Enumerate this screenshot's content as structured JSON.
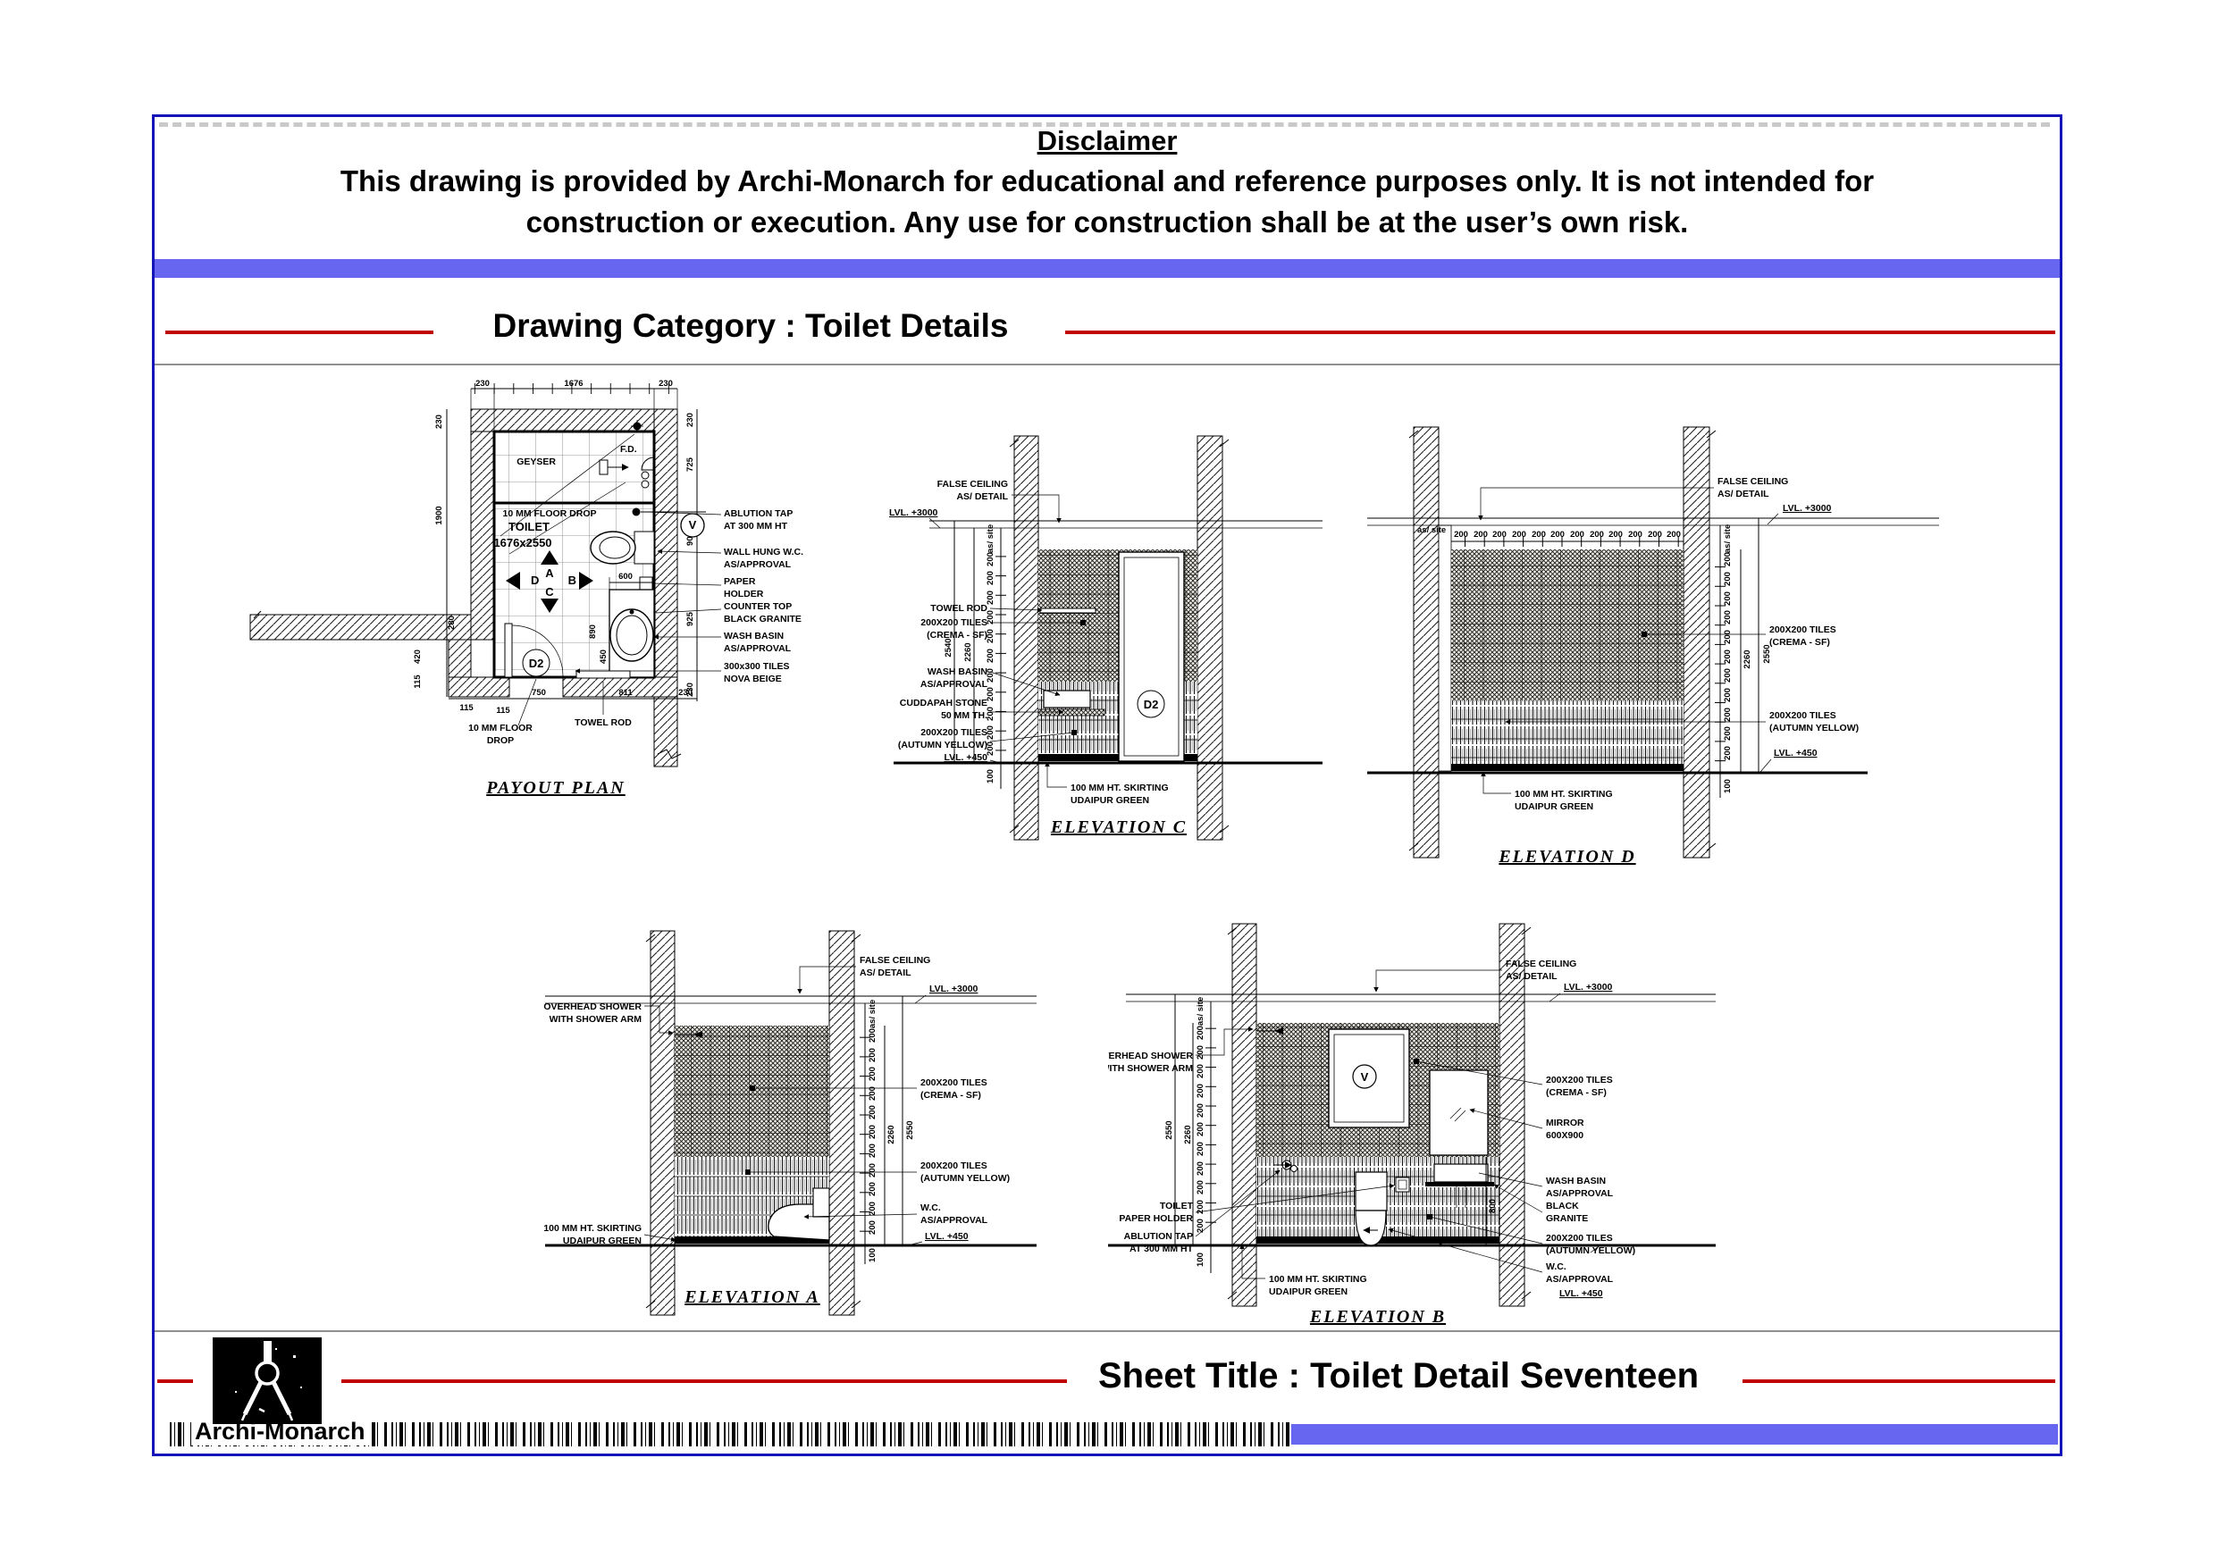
{
  "sheet": {
    "disclaimer_title": "Disclaimer",
    "disclaimer_line1": "This drawing is provided by Archi-Monarch for educational and reference purposes only. It is not intended for",
    "disclaimer_line2": "construction or execution. Any use for construction shall be at the user’s own risk.",
    "category_label": "Drawing Category : Toilet Details",
    "sheet_title": "Sheet Title : Toilet Detail Seventeen",
    "brand_name": "Archi-Monarch"
  },
  "colors": {
    "border_blue": "#1414b8",
    "bar_purple": "#6666f0",
    "rule_red": "#c00000"
  },
  "dims": {
    "d200": "200",
    "d100": "100"
  },
  "plan": {
    "title": "PAYOUT PLAN",
    "dim_top": [
      "230",
      "1676",
      "230"
    ],
    "dim_left": [
      "230",
      "1900",
      "280",
      "420",
      "115"
    ],
    "dim_right": [
      "230",
      "725",
      "900",
      "925",
      "230"
    ],
    "dim_bottom": [
      "115",
      "115",
      "750",
      "811",
      "230"
    ],
    "room_name": "TOILET",
    "room_size": "1676x2550",
    "geyser": "GEYSER",
    "fd": "F.D.",
    "floor_drop": "10 MM FLOOR DROP",
    "floor_drop_b1": "10 MM FLOOR",
    "floor_drop_b2": "DROP",
    "towel_rod": "TOWEL ROD",
    "door_tag": "D2",
    "valve": "V",
    "mark_a": "A",
    "mark_b": "B",
    "mark_c": "C",
    "mark_d": "D",
    "dim_600": "600",
    "dim_890": "890",
    "dim_450": "450",
    "notes": {
      "ablution1": "ABLUTION TAP",
      "ablution2": "AT 300 MM HT",
      "wc1": "WALL HUNG W.C.",
      "wc2": "AS/APPROVAL",
      "paper1": "PAPER",
      "paper2": "HOLDER",
      "counter1": "COUNTER TOP",
      "counter2": "BLACK GRANITE",
      "basin1": "WASH BASIN",
      "basin2": "AS/APPROVAL",
      "tiles1": "300x300 TILES",
      "tiles2": "NOVA BEIGE"
    }
  },
  "common": {
    "false_ceiling1": "FALSE CEILING",
    "false_ceiling2": "AS/ DETAIL",
    "lvl_3000": "LVL. +3000",
    "lvl_450": "LVL. +450",
    "as_site": "as/ site",
    "tiles_crema1": "200X200 TILES",
    "tiles_crema2": "(CREMA - SF)",
    "tiles_yellow1": "200X200 TILES",
    "tiles_yellow2": "(AUTUMN YELLOW)",
    "skirting1": "100 MM HT. SKIRTING",
    "skirting2": "UDAIPUR GREEN",
    "wc1": "W.C.",
    "wc2": "AS/APPROVAL",
    "overhead1": "OVERHEAD SHOWER",
    "overhead2": "WITH SHOWER ARM",
    "dim_2550": "2550",
    "dim_2260": "2260"
  },
  "elev_c": {
    "title": "ELEVATION C",
    "dim_total": "2540",
    "dim_inner": "2260",
    "towel_rod": "TOWEL ROD",
    "basin1": "WASH BASIN",
    "basin2": "AS/APPROVAL",
    "cuddapah1": "CUDDAPAH STONE",
    "cuddapah2": "50 MM TH.",
    "door_tag": "D2"
  },
  "elev_d": {
    "title": "ELEVATION D"
  },
  "elev_a": {
    "title": "ELEVATION A"
  },
  "elev_b": {
    "title": "ELEVATION B",
    "mirror1": "MIRROR",
    "mirror2": "600X900",
    "basin1": "WASH BASIN",
    "basin2": "AS/APPROVAL",
    "granite1": "BLACK",
    "granite2": "GRANITE",
    "toilet1": "TOILET",
    "toilet2": "PAPER HOLDER",
    "ablution1": "ABLUTION TAP",
    "ablution2": "AT 300 MM HT",
    "dim_800": "800",
    "valve": "V"
  }
}
